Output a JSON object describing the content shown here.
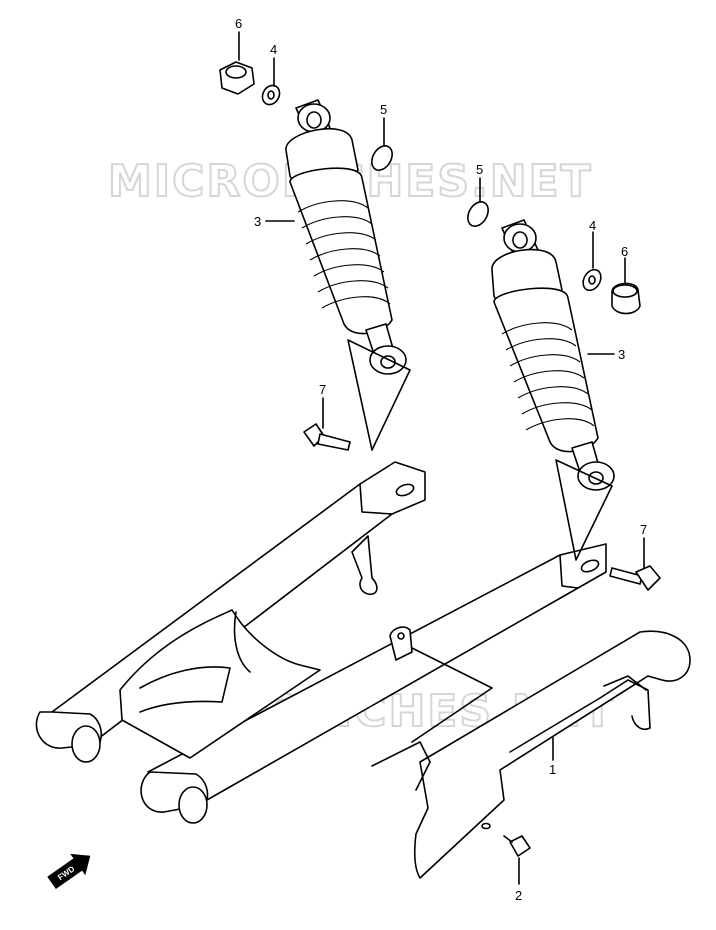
{
  "watermark": "MICROFICHES.NET",
  "callouts": {
    "c1": "1",
    "c2": "2",
    "c3a": "3",
    "c3b": "3",
    "c4a": "4",
    "c4b": "4",
    "c5a": "5",
    "c5b": "5",
    "c6a": "6",
    "c6b": "6",
    "c7a": "7",
    "c7b": "7"
  },
  "direction_badge": "FWD"
}
